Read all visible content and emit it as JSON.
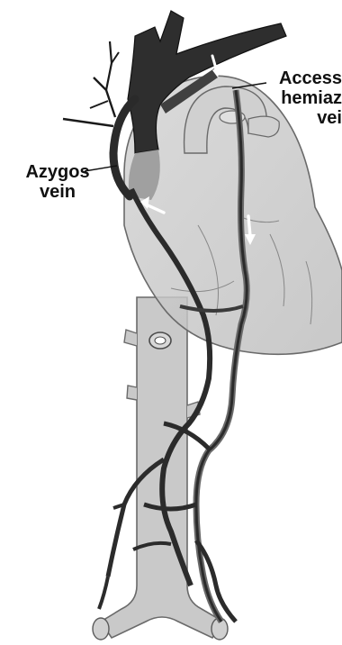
{
  "labels": {
    "azygos": [
      "Azygos",
      "vein"
    ],
    "accessory": [
      "Access",
      "hemiaz",
      "vei"
    ]
  },
  "colors": {
    "organ_fill": "#c8c8c8",
    "organ_fill_dark": "#b5b5b5",
    "organ_stroke": "#6a6a6a",
    "vein_fill": "#3a3a3a",
    "vein_dark": "#1e1e1e",
    "arrow": "#ffffff",
    "label_text": "#111111"
  }
}
